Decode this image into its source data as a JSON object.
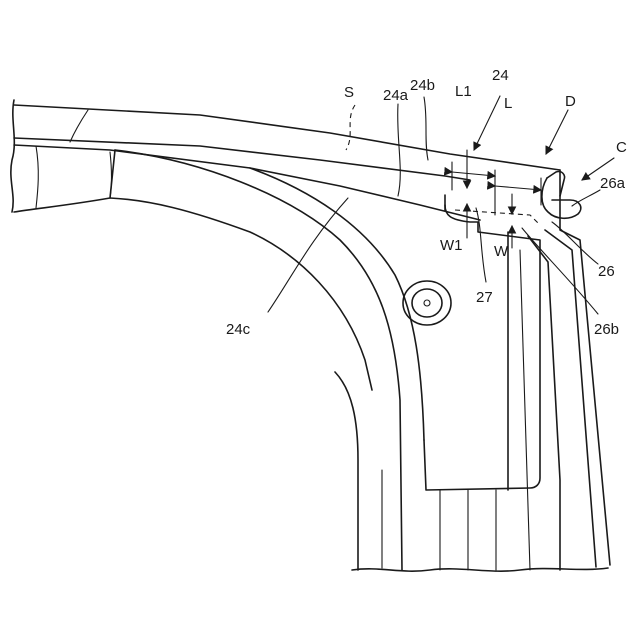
{
  "figure": {
    "labels": {
      "S": "S",
      "24a": "24a",
      "24b": "24b",
      "L1": "L1",
      "24": "24",
      "L": "L",
      "D": "D",
      "C": "C",
      "26a": "26a",
      "26": "26",
      "26b": "26b",
      "27": "27",
      "W1": "W1",
      "W": "W",
      "24c": "24c"
    }
  }
}
